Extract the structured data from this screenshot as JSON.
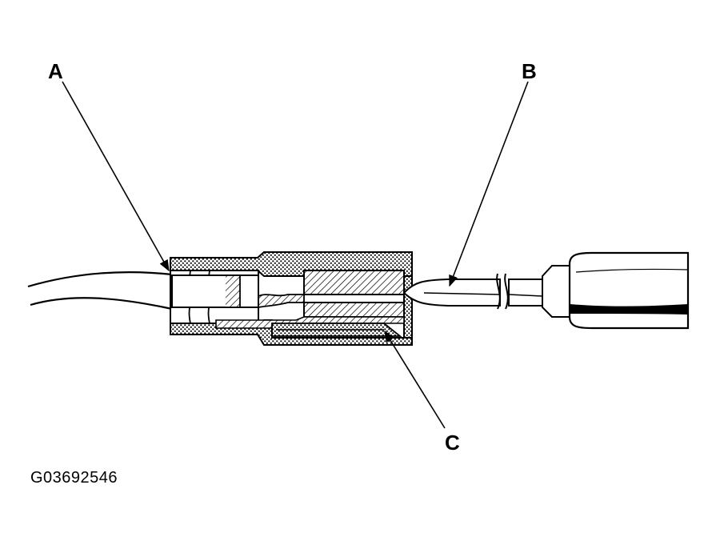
{
  "diagram": {
    "callouts": {
      "a": "A",
      "b": "B",
      "c": "C"
    },
    "figure_id": "G03692546"
  }
}
